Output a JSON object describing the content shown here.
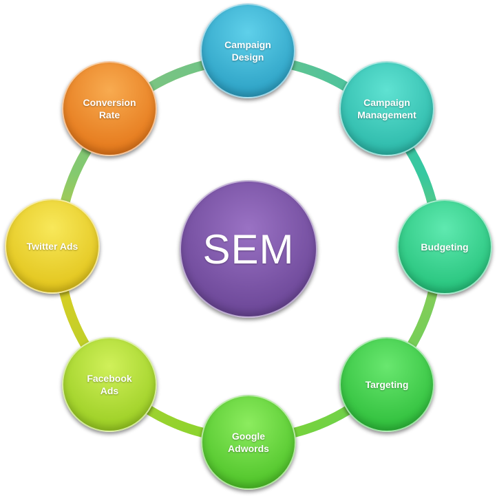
{
  "center": {
    "label": "SEM",
    "color": "#7b4fa8"
  },
  "nodes": [
    {
      "label": "Campaign\nDesign",
      "color": "#2aa7c9"
    },
    {
      "label": "Campaign\nManagement",
      "color": "#27c1b4"
    },
    {
      "label": "Budgeting",
      "color": "#21cc88"
    },
    {
      "label": "Targeting",
      "color": "#2ecb45"
    },
    {
      "label": "Google\nAdwords",
      "color": "#55cf2c"
    },
    {
      "label": "Facebook\nAds",
      "color": "#a7dc25"
    },
    {
      "label": "Twitter Ads",
      "color": "#ecd11a"
    },
    {
      "label": "Conversion\nRate",
      "color": "#ef7d16"
    }
  ]
}
